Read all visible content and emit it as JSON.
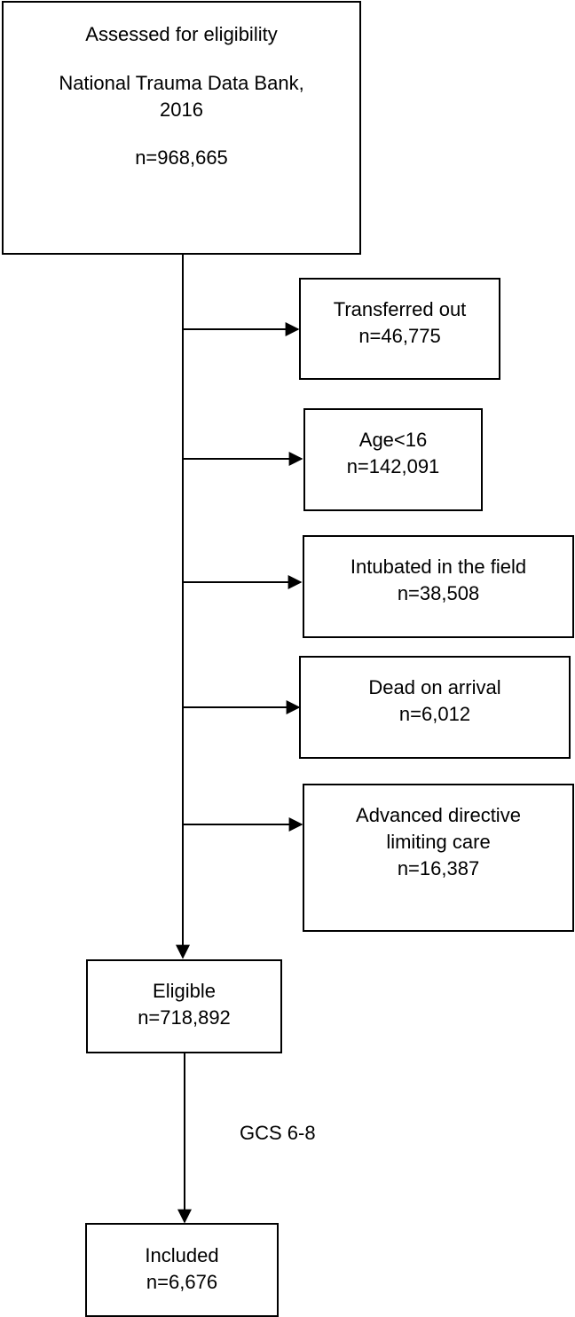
{
  "source": {
    "line1": "Assessed for eligibility",
    "line2a": "National Trauma Data Bank,",
    "line2b": "2016",
    "count": "n=968,665"
  },
  "exclusions": [
    {
      "lines": [
        "Transferred out",
        "n=46,775"
      ]
    },
    {
      "lines": [
        "Age<16",
        "n=142,091"
      ]
    },
    {
      "lines": [
        "Intubated in the field",
        "n=38,508"
      ]
    },
    {
      "lines": [
        "Dead on arrival",
        "n=6,012"
      ]
    },
    {
      "lines": [
        "Advanced directive",
        "limiting care",
        "n=16,387"
      ]
    }
  ],
  "eligible": {
    "label": "Eligible",
    "count": "n=718,892"
  },
  "criterion": {
    "label": "GCS 6-8"
  },
  "included": {
    "label": "Included",
    "count": "n=6,676"
  }
}
